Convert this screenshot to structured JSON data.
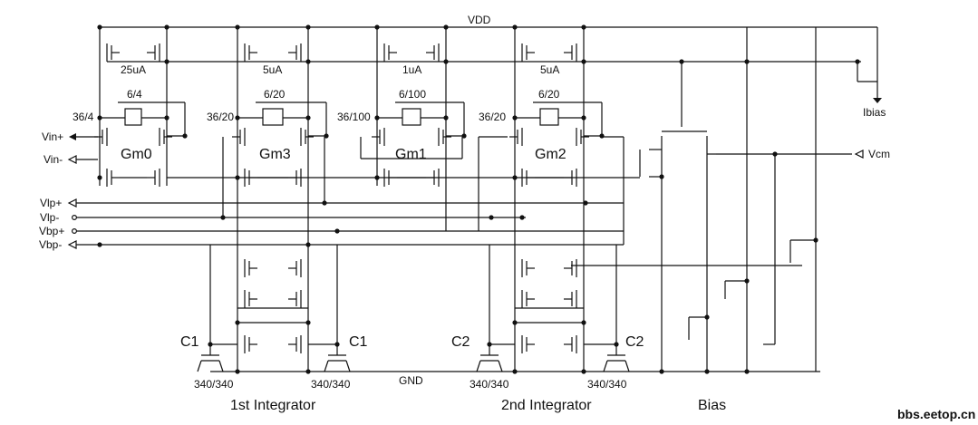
{
  "rails": {
    "vdd": "VDD",
    "gnd": "GND"
  },
  "inputs": [
    "Vin+",
    "Vin-"
  ],
  "controls": [
    "Vlp+",
    "Vlp-",
    "Vbp+",
    "Vbp-"
  ],
  "outputs": {
    "ibias": "Ibias",
    "vcm": "Vcm"
  },
  "stages": [
    {
      "gm": "Gm0",
      "current": "25uA",
      "ratio": "6/4",
      "input_ratio": "36/4"
    },
    {
      "gm": "Gm3",
      "current": "5uA",
      "ratio": "6/20",
      "input_ratio": "36/20"
    },
    {
      "gm": "Gm1",
      "current": "1uA",
      "ratio": "6/100",
      "input_ratio": "36/100"
    },
    {
      "gm": "Gm2",
      "current": "5uA",
      "ratio": "6/20",
      "input_ratio": "36/20"
    }
  ],
  "caps": [
    "C1",
    "C1",
    "C2",
    "C2"
  ],
  "cap_sizes": [
    "340/340",
    "340/340",
    "340/340",
    "340/340"
  ],
  "sections": [
    "1st Integrator",
    "2nd Integrator",
    "Bias"
  ],
  "watermark": "bbs.eetop.cn"
}
